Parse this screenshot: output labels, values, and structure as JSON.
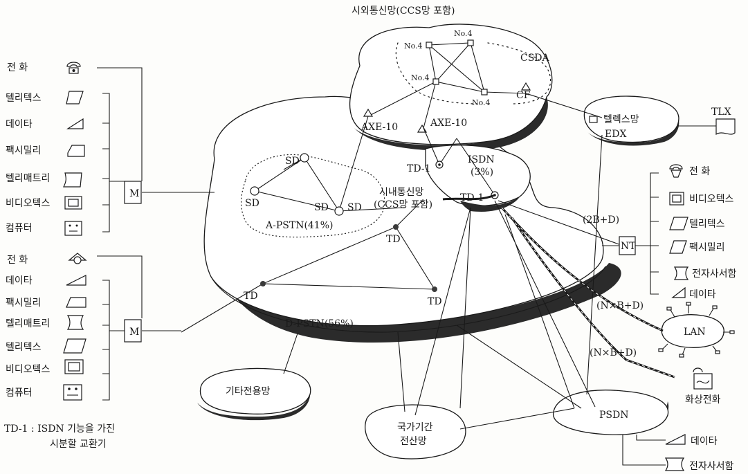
{
  "title_top": "시외통신망(CCS망 포함)",
  "toll": {
    "nodes": [
      "No.4",
      "No.4",
      "No.4",
      "No.4"
    ],
    "csda": "CSDA",
    "cf": "CF",
    "axe_left": "AXE-10",
    "axe_right": "AXE-10"
  },
  "telex": {
    "name": "텔렉스망",
    "edx": "EDX",
    "tlx": "TLX"
  },
  "isdn": {
    "label": "ISDN",
    "pct": "(3%)",
    "td1_upper": "TD-1",
    "td1_lower": "TD-1"
  },
  "local": {
    "name": "시내통신망",
    "sub": "(CCS망 포함)",
    "apstn": "A-PSTN(41%)",
    "dpstn": "D-PSTN(56%)",
    "sd": [
      "SD",
      "SD",
      "SD",
      "SD"
    ],
    "td": [
      "TD",
      "TD",
      "TD"
    ]
  },
  "left_top_terminals": [
    "전 화",
    "텔리텍스",
    "데이타",
    "팩시밀리",
    "텔리매트리",
    "비디오텍스",
    "컴퓨터"
  ],
  "left_bottom_terminals": [
    "전 화",
    "데이타",
    "팩시밀리",
    "텔리매트리",
    "텔리텍스",
    "비디오텍스",
    "컴퓨터"
  ],
  "mux_label": "M",
  "nt": {
    "label": "NT",
    "bd": "(2B+D)"
  },
  "right_terminals": [
    "전 화",
    "비디오텍스",
    "텔리텍스",
    "팩시밀리",
    "전자사서함",
    "데이타"
  ],
  "links": {
    "nbd1": "(N×B+D)",
    "nbd2": "(N×B+D)"
  },
  "lan": "LAN",
  "videophone": "화상전화",
  "networks": {
    "other": "기타전용망",
    "gov1": "국가기간",
    "gov2": "전산망",
    "psdn": "PSDN"
  },
  "psdn_terminals": [
    "데이타",
    "전자사서함"
  ],
  "footnote1": "TD-1 : ISDN 기능을 가진",
  "footnote2": "시분할 교환기"
}
